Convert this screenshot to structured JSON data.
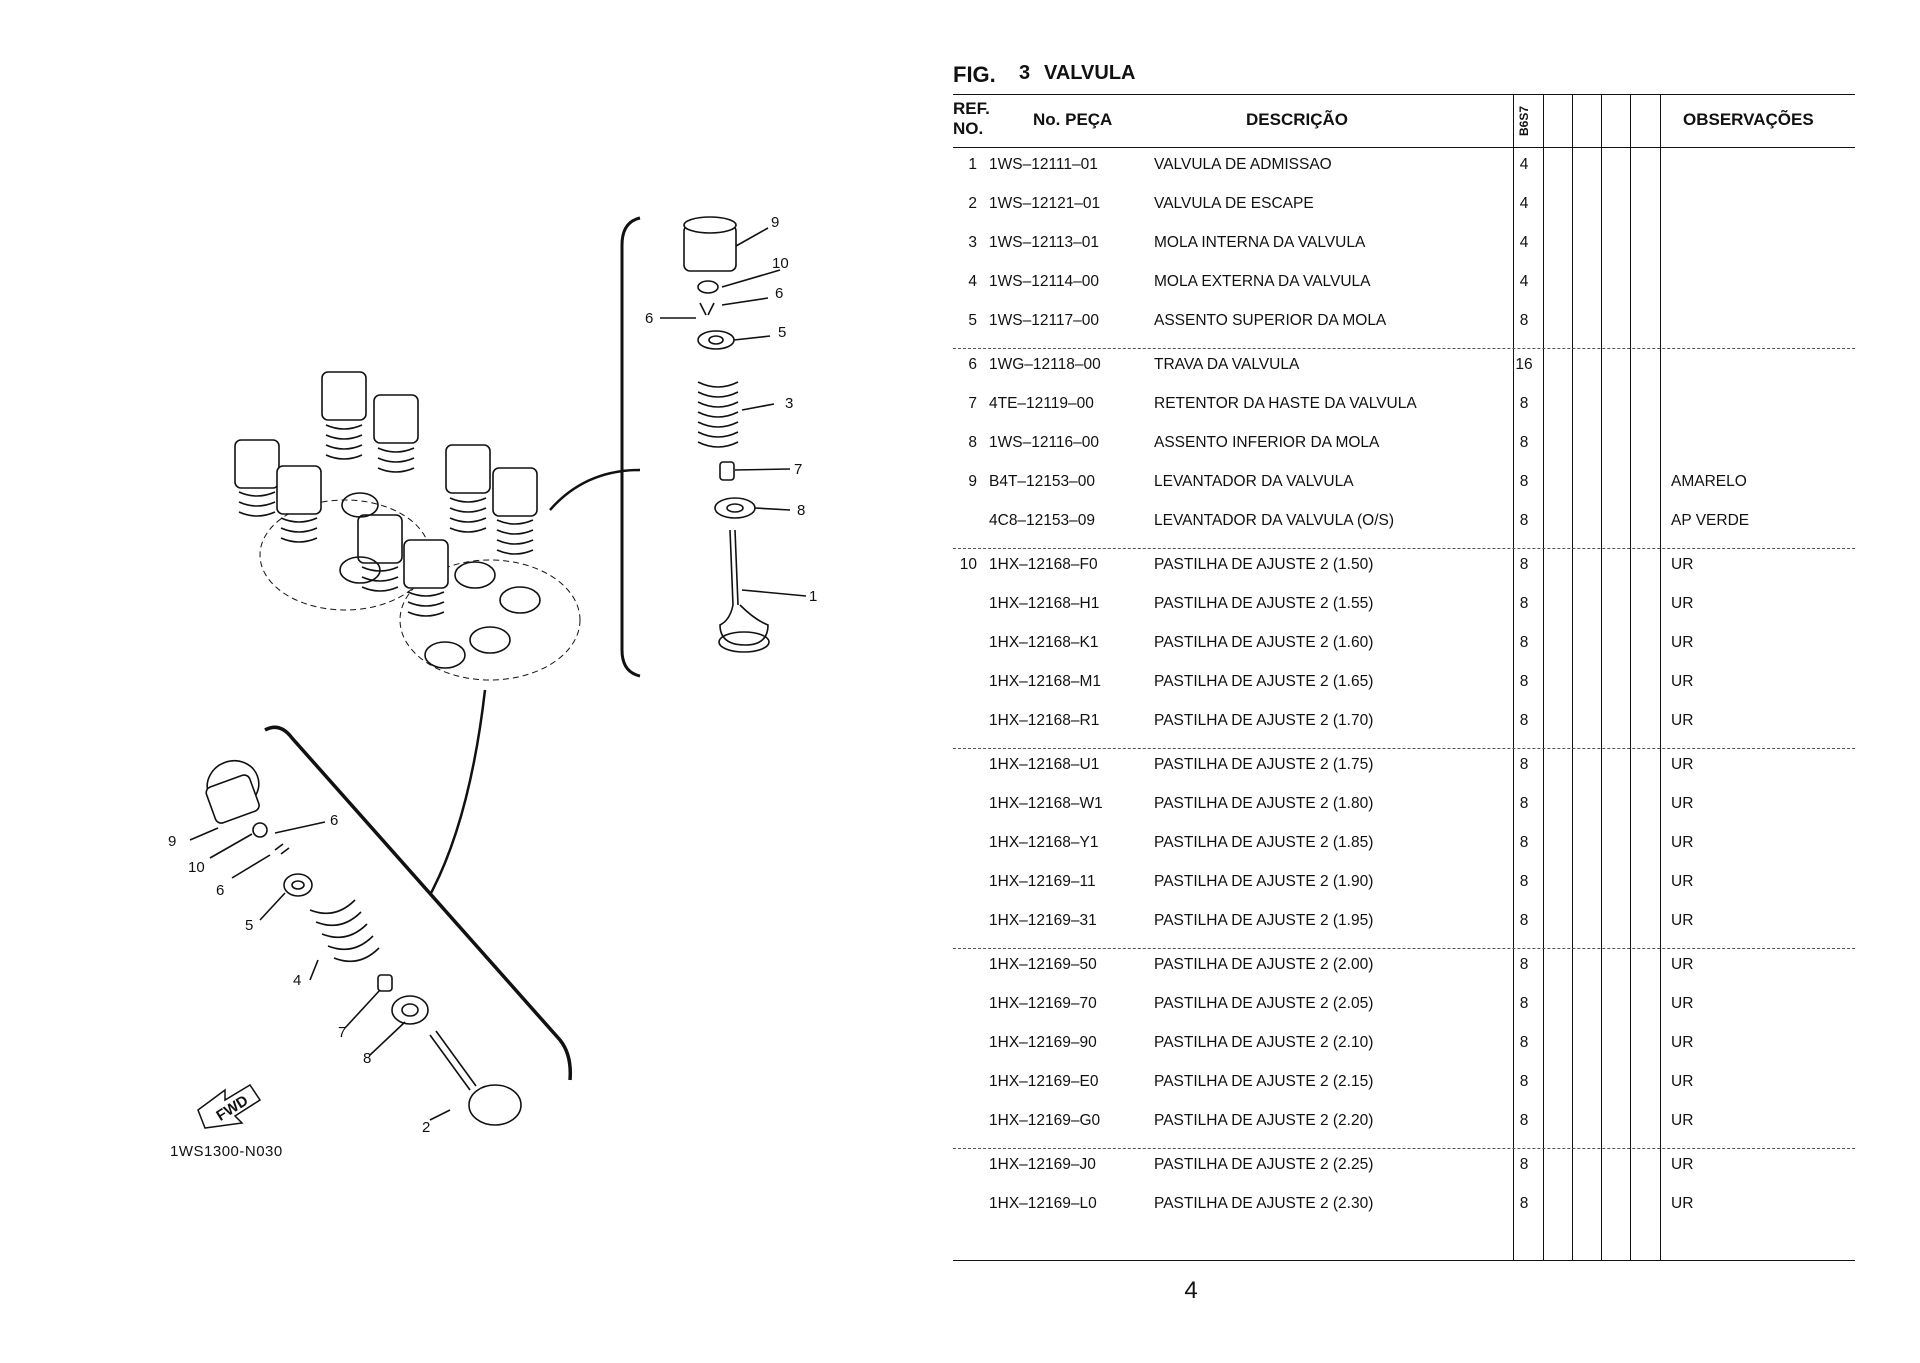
{
  "diagram": {
    "image_code": "1WS1300-N030",
    "fwd_label": "FWD",
    "callouts_upper": [
      "9",
      "10",
      "6",
      "6",
      "5",
      "3",
      "7",
      "8",
      "1"
    ],
    "callouts_lower": [
      "9",
      "6",
      "10",
      "6",
      "5",
      "4",
      "7",
      "8",
      "2"
    ]
  },
  "header": {
    "fig_label": "FIG.",
    "fig_number": "3",
    "fig_title": "VALVULA"
  },
  "table": {
    "columns": {
      "ref": "REF. NO.",
      "part": "No. PEÇA",
      "description": "DESCRIÇÃO",
      "model": "B6S7",
      "observations": "OBSERVAÇÕES"
    },
    "rows": [
      {
        "ref": "1",
        "part": "1WS–12111–01",
        "description": "VALVULA DE ADMISSAO",
        "qty": "4",
        "obs": ""
      },
      {
        "ref": "2",
        "part": "1WS–12121–01",
        "description": "VALVULA DE ESCAPE",
        "qty": "4",
        "obs": ""
      },
      {
        "ref": "3",
        "part": "1WS–12113–01",
        "description": "MOLA INTERNA DA VALVULA",
        "qty": "4",
        "obs": ""
      },
      {
        "ref": "4",
        "part": "1WS–12114–00",
        "description": "MOLA EXTERNA DA VALVULA",
        "qty": "4",
        "obs": ""
      },
      {
        "ref": "5",
        "part": "1WS–12117–00",
        "description": "ASSENTO SUPERIOR DA MOLA",
        "qty": "8",
        "obs": ""
      },
      {
        "ref": "6",
        "part": "1WG–12118–00",
        "description": "TRAVA DA VALVULA",
        "qty": "16",
        "obs": ""
      },
      {
        "ref": "7",
        "part": "4TE–12119–00",
        "description": "RETENTOR DA HASTE DA VALVULA",
        "qty": "8",
        "obs": ""
      },
      {
        "ref": "8",
        "part": "1WS–12116–00",
        "description": "ASSENTO INFERIOR DA MOLA",
        "qty": "8",
        "obs": ""
      },
      {
        "ref": "9",
        "part": "B4T–12153–00",
        "description": "LEVANTADOR DA VALVULA",
        "qty": "8",
        "obs": "AMARELO"
      },
      {
        "ref": "",
        "part": "4C8–12153–09",
        "description": "LEVANTADOR DA VALVULA (O/S)",
        "qty": "8",
        "obs": "AP VERDE"
      },
      {
        "ref": "10",
        "part": "1HX–12168–F0",
        "description": "PASTILHA DE AJUSTE 2 (1.50)",
        "qty": "8",
        "obs": "UR"
      },
      {
        "ref": "",
        "part": "1HX–12168–H1",
        "description": "PASTILHA DE AJUSTE 2 (1.55)",
        "qty": "8",
        "obs": "UR"
      },
      {
        "ref": "",
        "part": "1HX–12168–K1",
        "description": "PASTILHA DE AJUSTE 2 (1.60)",
        "qty": "8",
        "obs": "UR"
      },
      {
        "ref": "",
        "part": "1HX–12168–M1",
        "description": "PASTILHA DE AJUSTE 2 (1.65)",
        "qty": "8",
        "obs": "UR"
      },
      {
        "ref": "",
        "part": "1HX–12168–R1",
        "description": "PASTILHA DE AJUSTE 2 (1.70)",
        "qty": "8",
        "obs": "UR"
      },
      {
        "ref": "",
        "part": "1HX–12168–U1",
        "description": "PASTILHA DE AJUSTE 2 (1.75)",
        "qty": "8",
        "obs": "UR"
      },
      {
        "ref": "",
        "part": "1HX–12168–W1",
        "description": "PASTILHA DE AJUSTE 2 (1.80)",
        "qty": "8",
        "obs": "UR"
      },
      {
        "ref": "",
        "part": "1HX–12168–Y1",
        "description": "PASTILHA DE AJUSTE 2 (1.85)",
        "qty": "8",
        "obs": "UR"
      },
      {
        "ref": "",
        "part": "1HX–12169–11",
        "description": "PASTILHA DE AJUSTE 2 (1.90)",
        "qty": "8",
        "obs": "UR"
      },
      {
        "ref": "",
        "part": "1HX–12169–31",
        "description": "PASTILHA DE AJUSTE 2 (1.95)",
        "qty": "8",
        "obs": "UR"
      },
      {
        "ref": "",
        "part": "1HX–12169–50",
        "description": "PASTILHA DE AJUSTE 2 (2.00)",
        "qty": "8",
        "obs": "UR"
      },
      {
        "ref": "",
        "part": "1HX–12169–70",
        "description": "PASTILHA DE AJUSTE 2 (2.05)",
        "qty": "8",
        "obs": "UR"
      },
      {
        "ref": "",
        "part": "1HX–12169–90",
        "description": "PASTILHA DE AJUSTE 2 (2.10)",
        "qty": "8",
        "obs": "UR"
      },
      {
        "ref": "",
        "part": "1HX–12169–E0",
        "description": "PASTILHA DE AJUSTE 2 (2.15)",
        "qty": "8",
        "obs": "UR"
      },
      {
        "ref": "",
        "part": "1HX–12169–G0",
        "description": "PASTILHA DE AJUSTE 2 (2.20)",
        "qty": "8",
        "obs": "UR"
      },
      {
        "ref": "",
        "part": "1HX–12169–J0",
        "description": "PASTILHA DE AJUSTE 2 (2.25)",
        "qty": "8",
        "obs": "UR"
      },
      {
        "ref": "",
        "part": "1HX–12169–L0",
        "description": "PASTILHA DE AJUSTE 2 (2.30)",
        "qty": "8",
        "obs": "UR"
      }
    ]
  },
  "page_number": "4"
}
